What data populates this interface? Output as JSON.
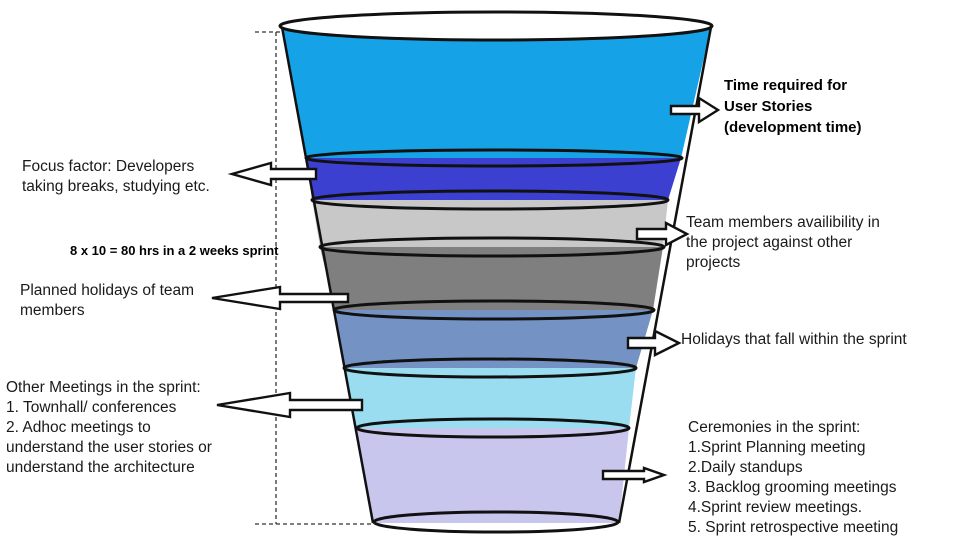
{
  "labels": {
    "time_required": "Time required for\nUser Stories\n(development time)",
    "focus_factor": "Focus factor: Developers\ntaking breaks, studying etc.",
    "hours": "8 x 10 = 80 hrs in a 2 weeks sprint",
    "team_availability": "Team members availibility in\nthe project against other\nprojects",
    "planned_holidays": "Planned holidays of team\nmembers",
    "holidays_sprint": "Holidays that fall within the sprint",
    "other_meetings": "Other Meetings in the sprint:\n1. Townhall/ conferences\n2. Adhoc meetings to\nunderstand the user stories or\nunderstand the architecture",
    "ceremonies": "Ceremonies in the sprint:\n1.Sprint Planning meeting\n2.Daily standups\n3. Backlog grooming meetings\n4.Sprint review meetings.\n5. Sprint retrospective meeting"
  },
  "layer_colors": {
    "development": "#16a2e6",
    "focus_factor": "#3c40d0",
    "team_availability": "#c8c8c8",
    "planned_holidays": "#7f7f7f",
    "sprint_holidays": "#7493c4",
    "other_meetings": "#9adcf0",
    "ceremonies": "#c8c6ec"
  }
}
